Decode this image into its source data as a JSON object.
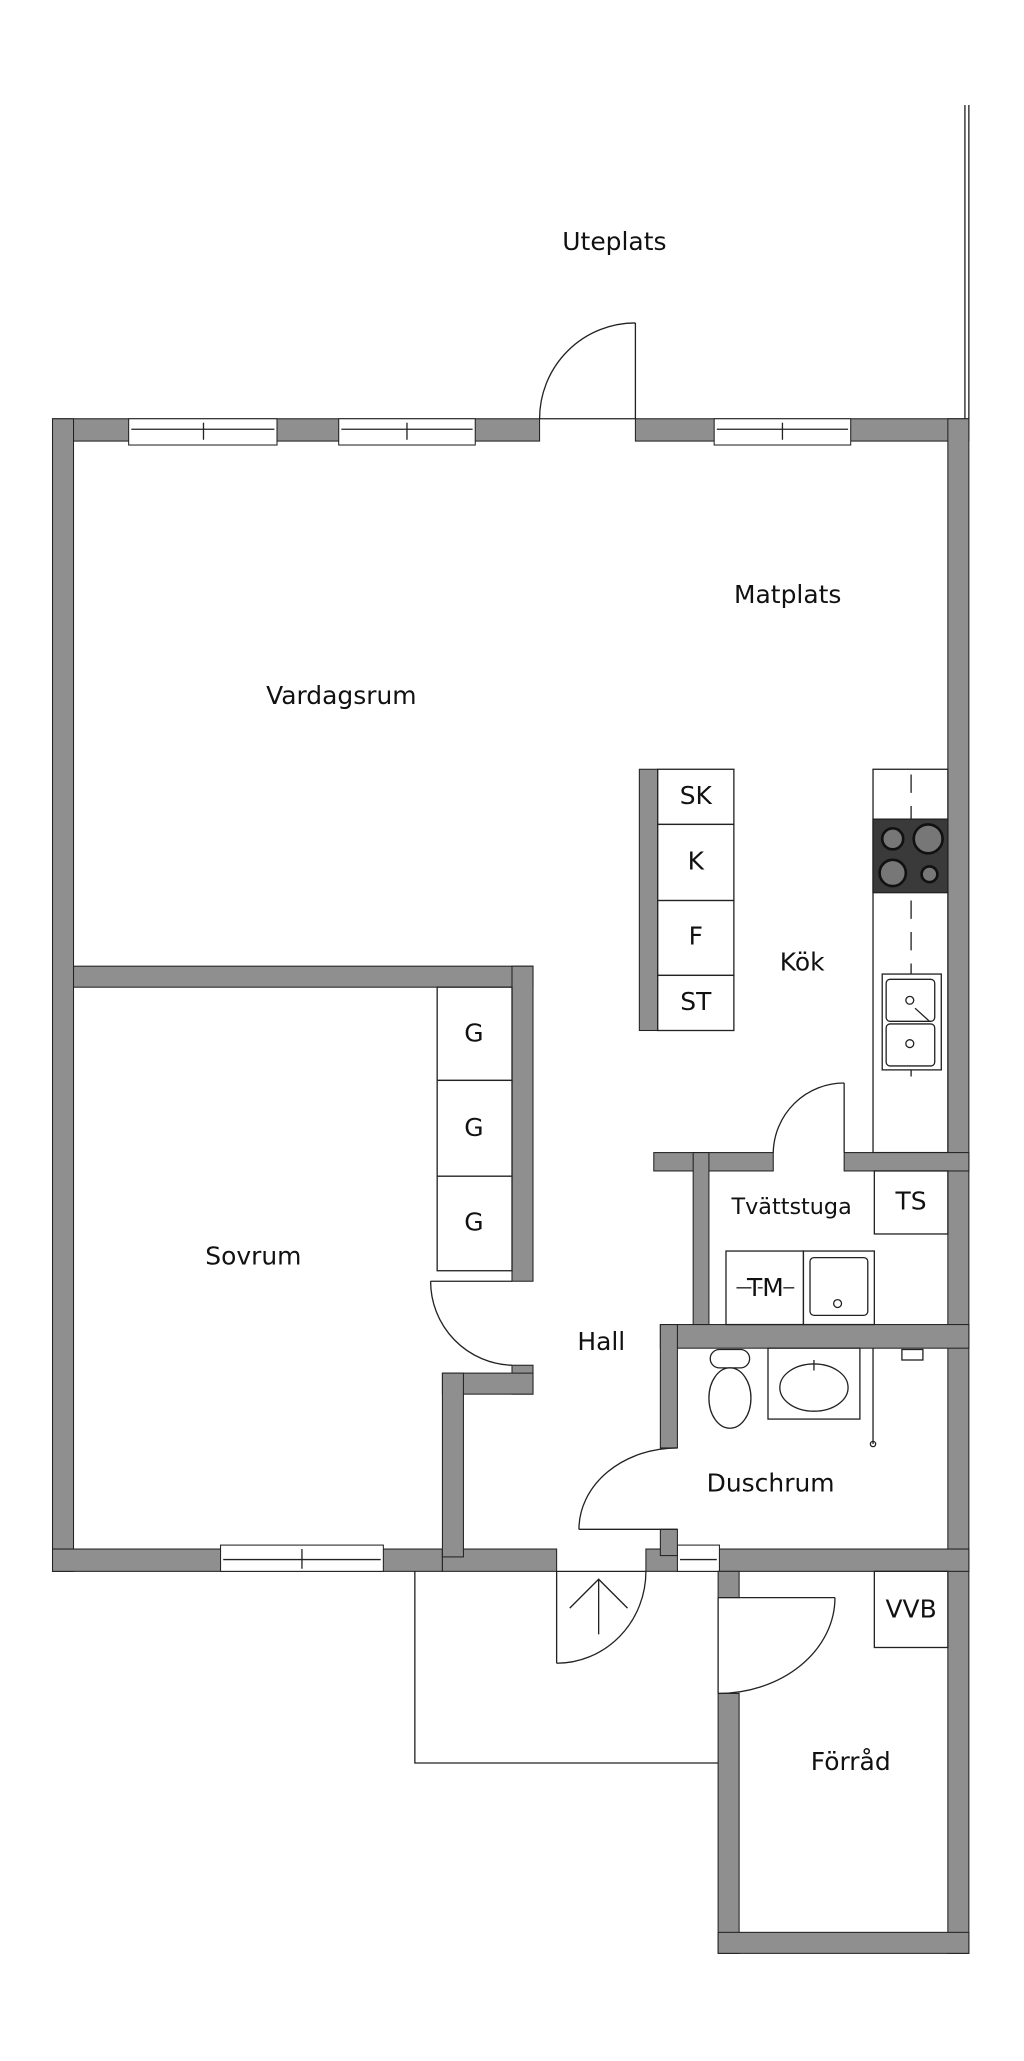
{
  "plan": {
    "rooms": {
      "uteplats": "Uteplats",
      "matplats": "Matplats",
      "vardagsrum": "Vardagsrum",
      "kok": "Kök",
      "sovrum": "Sovrum",
      "hall": "Hall",
      "tvattstuga": "Tvättstuga",
      "duschrum": "Duschrum",
      "forrad": "Förråd"
    },
    "fixtures": {
      "island": [
        "SK",
        "K",
        "F",
        "ST"
      ],
      "wardrobes": [
        "G",
        "G",
        "G"
      ],
      "ts": "TS",
      "tm": "TM",
      "vvb": "VVB"
    },
    "colors": {
      "wall": "#8f8f8f",
      "stove": "#3a3a3a",
      "line": "#222222"
    }
  }
}
